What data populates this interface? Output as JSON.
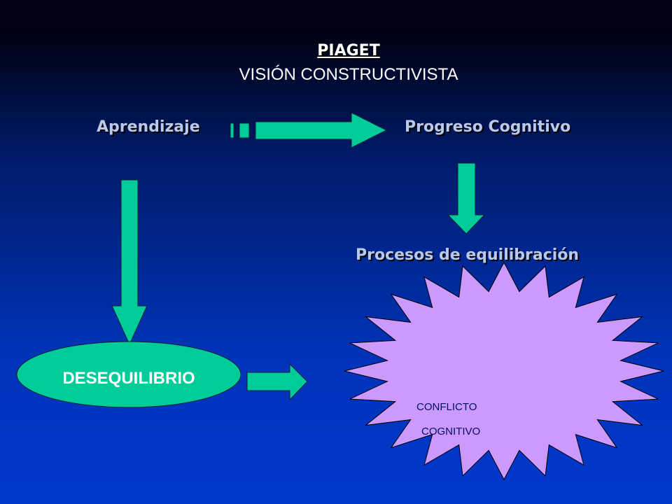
{
  "title": "PIAGET",
  "subtitle": "VISIÓN CONSTRUCTIVISTA",
  "nodes": {
    "aprendizaje": "Aprendizaje",
    "progreso": "Progreso Cognitivo",
    "procesos": "Procesos de equilibración",
    "desequilibrio": "DESEQUILIBRIO",
    "conflicto_line1": "CONFLICTO",
    "conflicto_line2": "COGNITIVO"
  },
  "colors": {
    "arrow_fill": "#00cc99",
    "arrow_stroke": "#002233",
    "ellipse_fill": "#00cc99",
    "starburst_fill": "#cc99ff",
    "text_light": "#b9c9ee",
    "text_white": "#ffffff",
    "text_dark": "#001060"
  }
}
